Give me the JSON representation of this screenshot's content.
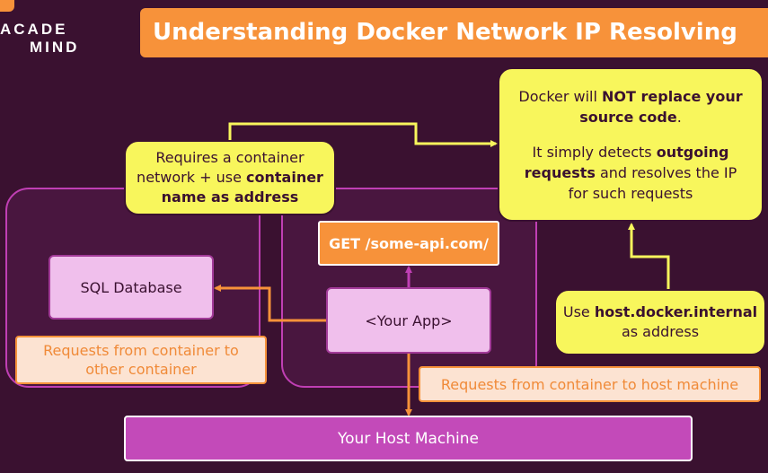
{
  "logo": {
    "line1": "ACADE",
    "line2": "MIND"
  },
  "title": "Understanding Docker Network IP Resolving",
  "docker_note": {
    "line1_a": "Docker will ",
    "line1_b": "NOT replace your",
    "line2_b": "source code",
    "line2_c": ".",
    "line3_a": "It simply detects ",
    "line3_b": "outgoing",
    "line4_b": "requests",
    "line4_c": " and resolves the IP",
    "line5": "for such requests"
  },
  "container_network_note": {
    "line1": "Requires a container",
    "line2_a": "network + use ",
    "line2_b": "container",
    "line3_b": "name as address"
  },
  "sql_database": "SQL Database",
  "your_app": "<Your App>",
  "get_request": "GET /some-api.com/",
  "container_to_container": {
    "line1": "Requests from container to",
    "line2": "other container"
  },
  "container_to_host": "Requests from container to host machine",
  "host_internal_note": {
    "line1_a": "Use ",
    "line1_b": "host.docker.internal",
    "line2": "as address"
  },
  "host_machine": "Your Host Machine",
  "colors": {
    "background": "#3a1130",
    "accent_orange": "#f7923a",
    "note_yellow": "#f8f65c",
    "container_purple": "#c03fb4",
    "node_pink": "#f0bfec",
    "host_magenta": "#c34ab9"
  }
}
